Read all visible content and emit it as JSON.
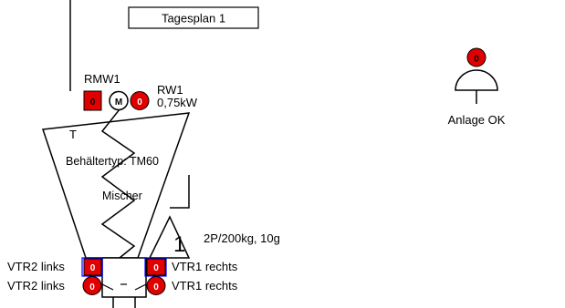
{
  "colors": {
    "alarm_red": "#e00000",
    "outline": "#000000",
    "badge_text_on_red": "#ffffff",
    "badge_text_light": "#000000",
    "selection_blue": "#0000ff",
    "background": "#ffffff"
  },
  "header": {
    "schedule_button_label": "Tagesplan 1"
  },
  "mixer": {
    "rmw_label": "RMW1",
    "rmw_value": "0",
    "motor_symbol": "M",
    "rw_value": "0",
    "rw_label": "RW1",
    "rw_power": "0,75kW",
    "temp_marker": "T",
    "container_type": "Behältertyp: TM60",
    "mixer_label": "Mischer",
    "scale_number": "1",
    "scale_spec": "2P/200kg, 10g"
  },
  "alarm": {
    "value": "0",
    "status_label": "Anlage OK",
    "icon": "bell-icon"
  },
  "valves": {
    "vtr2_left_top": {
      "label": "VTR2 links",
      "value": "0"
    },
    "vtr1_right_top": {
      "label": "VTR1 rechts",
      "value": "0"
    },
    "vtr2_left_bottom": {
      "label": "VTR2 links",
      "value": "0"
    },
    "vtr1_right_bottom": {
      "label": "VTR1 rechts",
      "value": "0"
    }
  }
}
